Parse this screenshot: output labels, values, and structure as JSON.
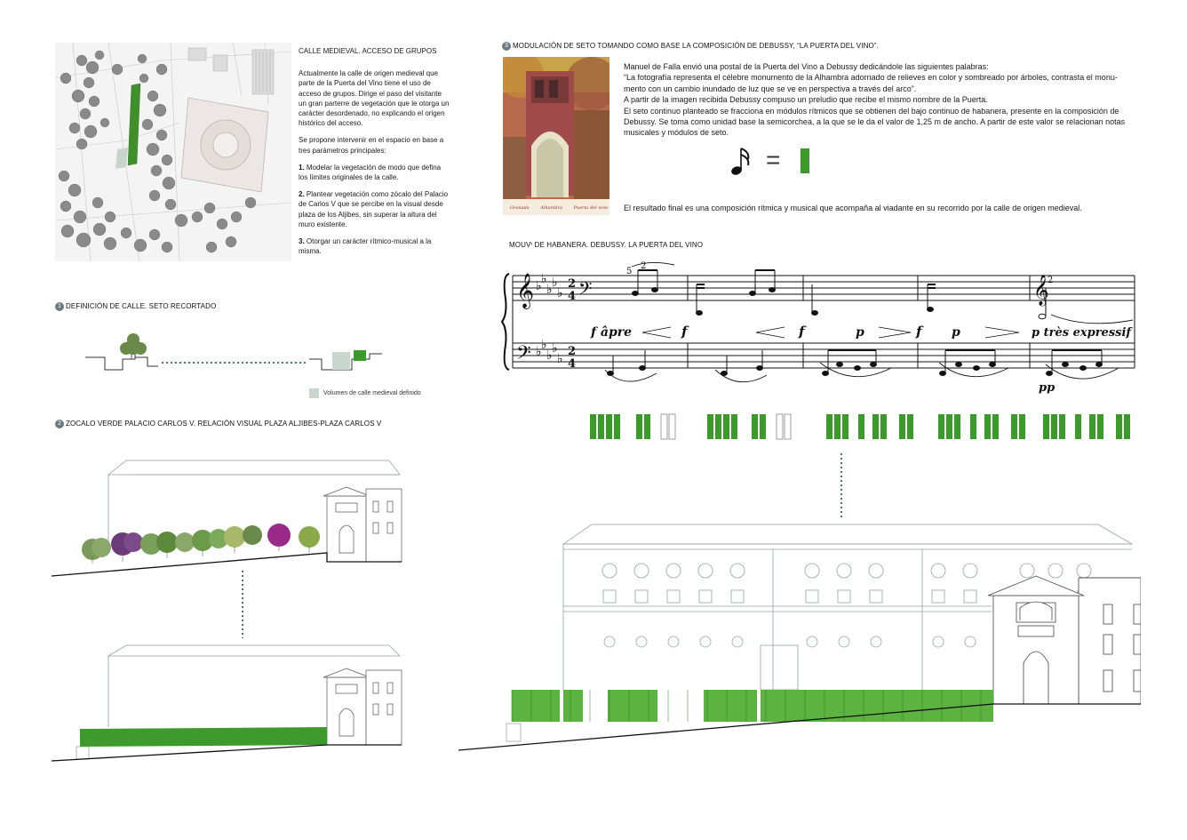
{
  "left_text": {
    "title": "CALLE MEDIEVAL. ACCESO DE GRUPOS",
    "para1": "Actualmente la calle de origen medieval que parte de la Puerta del Vino tiene el uso de acceso de grupos.  Dirige el paso del visitante un gran parterre de vegetación que le otorga un carácter desordenado,  no explicando el origen histórico del acceso.",
    "para2": "Se propone intervenir  en el espacio en base a tres parámetros principales:",
    "item1_num": "1.",
    "item1": " Modelar la vegetación de modo que defina los límites originales de la calle.",
    "item2_num": "2.",
    "item2": " Plantear vegetación como zócalo del Palacio de Carlos V que se percibe en la visual desde plaza de los Aljibes, sin superar la altura del muro existente.",
    "item3_num": "3.",
    "item3": " Otorgar un carácter rítmico-musical a la misma."
  },
  "section1": {
    "num": "1",
    "title": "DEFINICIÓN DE CALLE. SETO RECORTADO",
    "legend": "Volumen de calle medieval definido"
  },
  "section2": {
    "num": "2",
    "title": "ZOCALO VERDE PALACIO CARLOS V. RELACIÓN VISUAL PLAZA ALJIBES-PLAZA CARLOS V"
  },
  "section3": {
    "num": "3",
    "title": "MODULACIÓN DE SETO TOMANDO COMO BASE LA COMPOSICIÓN DE DEBUSSY, “LA PUERTA DEL VINO”.",
    "photo_caption": [
      "Granada",
      "Alhambra",
      "Puerta del vino"
    ],
    "line1": "Manuel de Falla envió una postal de la Puerta del Vino a Debussy dedicándole las siguientes palabras:",
    "line2": "“La fotografía representa el célebre monumento de la Alhambra adornado de relieves en color y sombreado por árboles, contrasta el monu-",
    "line3": "mento con un cambio inundado de luz que se ve en perspectiva a través del arco”.",
    "line4": " A partir de la imagen recibida Debussy compuso un preludio que recibe el mismo nombre de la Puerta.",
    "line5": " El seto continuo planteado se fracciona en módulos rítmicos que se obtienen del bajo continuo de habanera, presente en la composición de",
    "line6": "Debussy. Se toma como unidad base la semicorchea, a la que se le da el valor de 1,25 m de ancho. A partir de este valor se relacionan notas",
    "line7": "musicales y módulos de seto.",
    "equals": "=",
    "result": "El resultado final es una composición rítmica y musical que acompaña al viadante en su recorrido por la calle de origen medieval.",
    "score_title": "MOUVᵗ DE HABANERA. DEBUSSY. LA PUERTA DEL VINO",
    "dyn_fapre": "f âpre",
    "dyn_f": "f",
    "dyn_p": "p",
    "dyn_tres": "p très expressif",
    "dyn_pp": "pp",
    "finger5": "5",
    "finger2": "2"
  },
  "colors": {
    "hedge": "#3a9a2a",
    "hedge_light": "#5cb33f",
    "line": "#9aa0a0",
    "badge": "#6b7a80"
  }
}
